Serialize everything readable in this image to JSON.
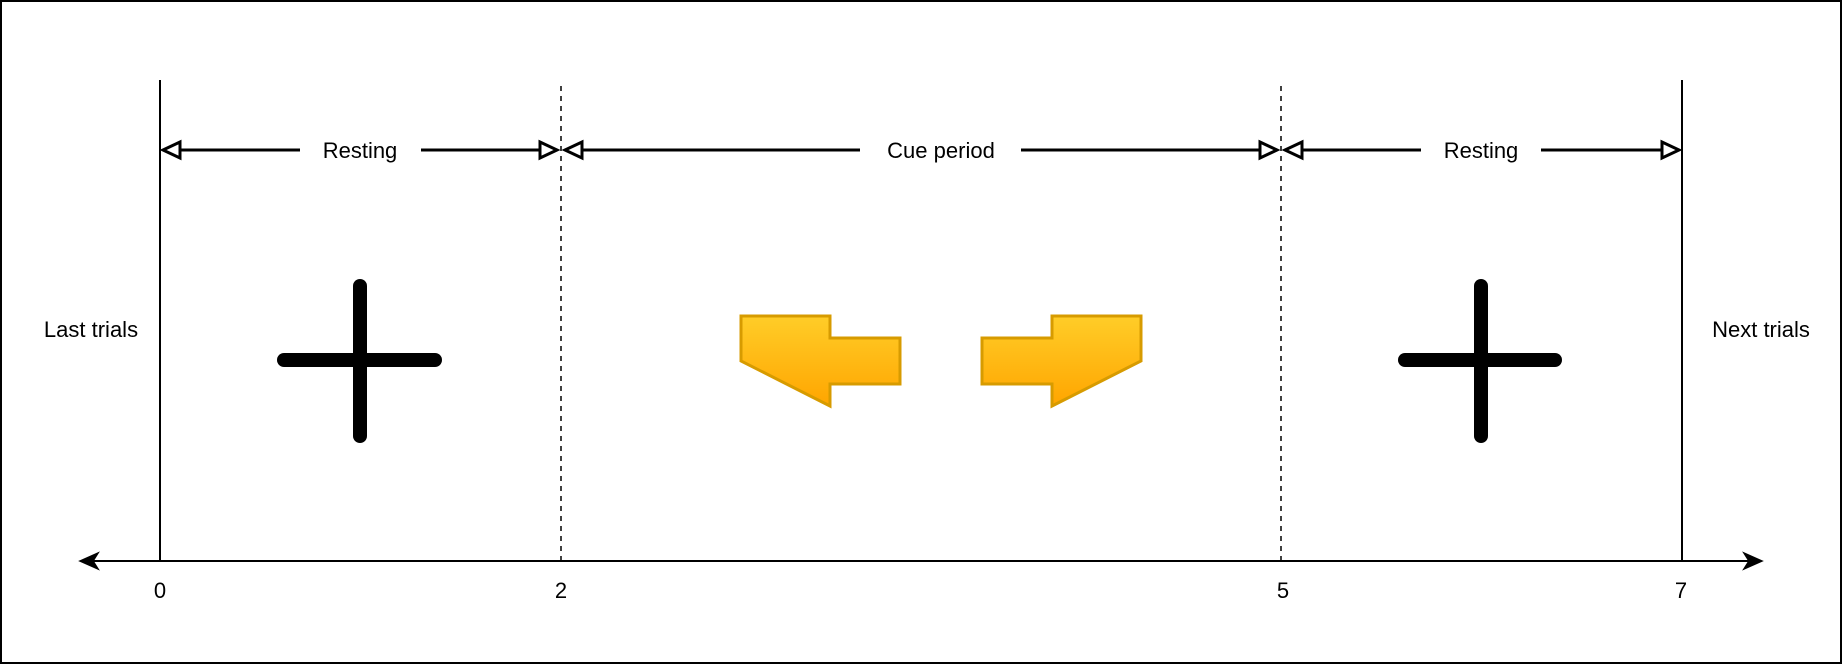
{
  "labels": {
    "left_side": "Last trials",
    "right_side": "Next trials"
  },
  "periods": [
    {
      "label": "Resting",
      "start": 0,
      "end": 2
    },
    {
      "label": "Cue period",
      "start": 2,
      "end": 5
    },
    {
      "label": "Resting",
      "start": 5,
      "end": 7
    }
  ],
  "timeline": {
    "ticks": [
      "0",
      "2",
      "5",
      "7"
    ]
  },
  "stimuli": [
    {
      "name": "fixation-cross-icon",
      "period": 0
    },
    {
      "name": "left-arrow-icon",
      "period": 1
    },
    {
      "name": "right-arrow-icon",
      "period": 1
    },
    {
      "name": "fixation-cross-icon",
      "period": 2
    }
  ],
  "colors": {
    "line": "#000000",
    "arrow_fill_top": "#ffcd28",
    "arrow_fill_bottom": "#ffa500",
    "arrow_stroke": "#d79b00"
  }
}
